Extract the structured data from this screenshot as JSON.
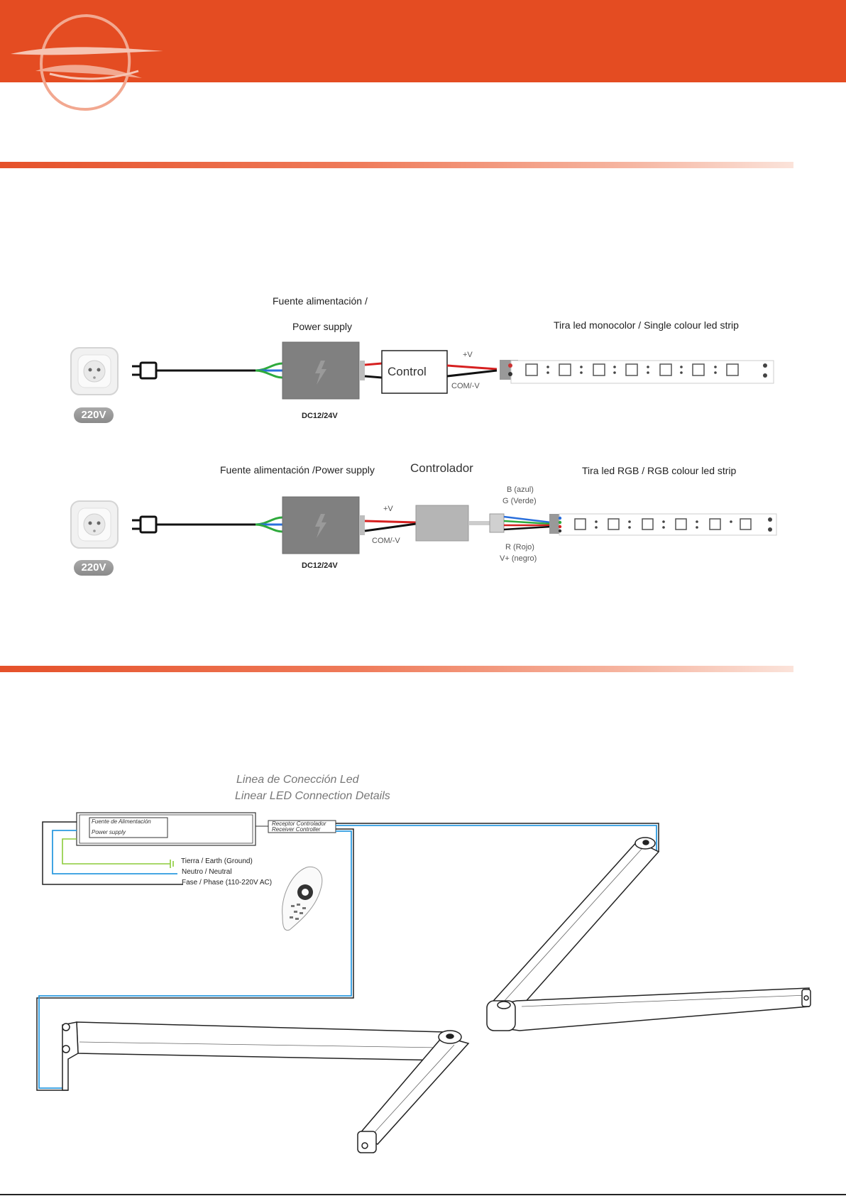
{
  "diagram1": {
    "power_supply_label_line1": "Fuente alimentación /",
    "power_supply_label_line2": "Power supply",
    "strip_label": "Tira led monocolor / Single colour led strip",
    "control_label": "Control",
    "plus_v": "+V",
    "com_v": "COM/-V",
    "voltage_dc": "DC12/24V",
    "mains_badge": "220V"
  },
  "diagram2": {
    "power_supply_label": "Fuente alimentación /Power supply",
    "controller_label": "Controlador",
    "strip_label": "Tira led RGB / RGB colour led strip",
    "plus_v": "+V",
    "com_v": "COM/-V",
    "voltage_dc": "DC12/24V",
    "mains_badge": "220V",
    "wire_b": "B (azul)",
    "wire_g": "G (Verde)",
    "wire_r": "R (Rojo)",
    "wire_vplus": "V+ (negro)"
  },
  "diagram3": {
    "title_es": "Linea de Conección Led",
    "title_en": "Linear LED Connection Details",
    "ps_label_es": "Fuente de Alimentación",
    "ps_label_en": "Power supply",
    "receiver_es": "Receptor Controlador",
    "receiver_en": "Receiver Controller",
    "earth_label": "Tierra / Earth (Ground)",
    "neutral_label": "Neutro / Neutral",
    "phase_label": "Fase / Phase (110-220V AC)"
  },
  "colors": {
    "brand_orange": "#e44c22",
    "wire_red": "#d62020",
    "wire_green": "#2eaa3c",
    "wire_blue": "#2a6fdc",
    "wire_cyan": "#2c9be0",
    "wire_lime": "#8ccc3a"
  }
}
